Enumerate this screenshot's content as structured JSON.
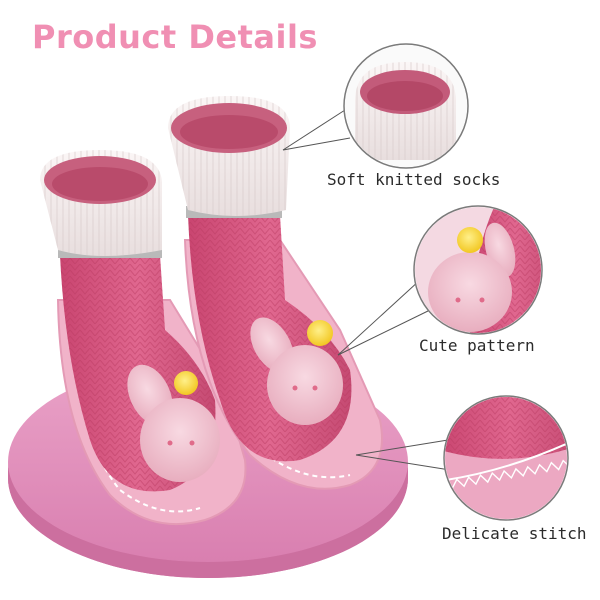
{
  "title": "Product Details",
  "callouts": [
    {
      "label": "Soft knitted socks"
    },
    {
      "label": "Cute pattern"
    },
    {
      "label": "Delicate stitch"
    }
  ],
  "colors": {
    "title": "#f08fb3",
    "sock_pink": "#d9537e",
    "cuff_white": "#f6efef",
    "podium": "#e693bf",
    "bunny": "#f3c5d2",
    "pompom": "#f5d23a"
  }
}
